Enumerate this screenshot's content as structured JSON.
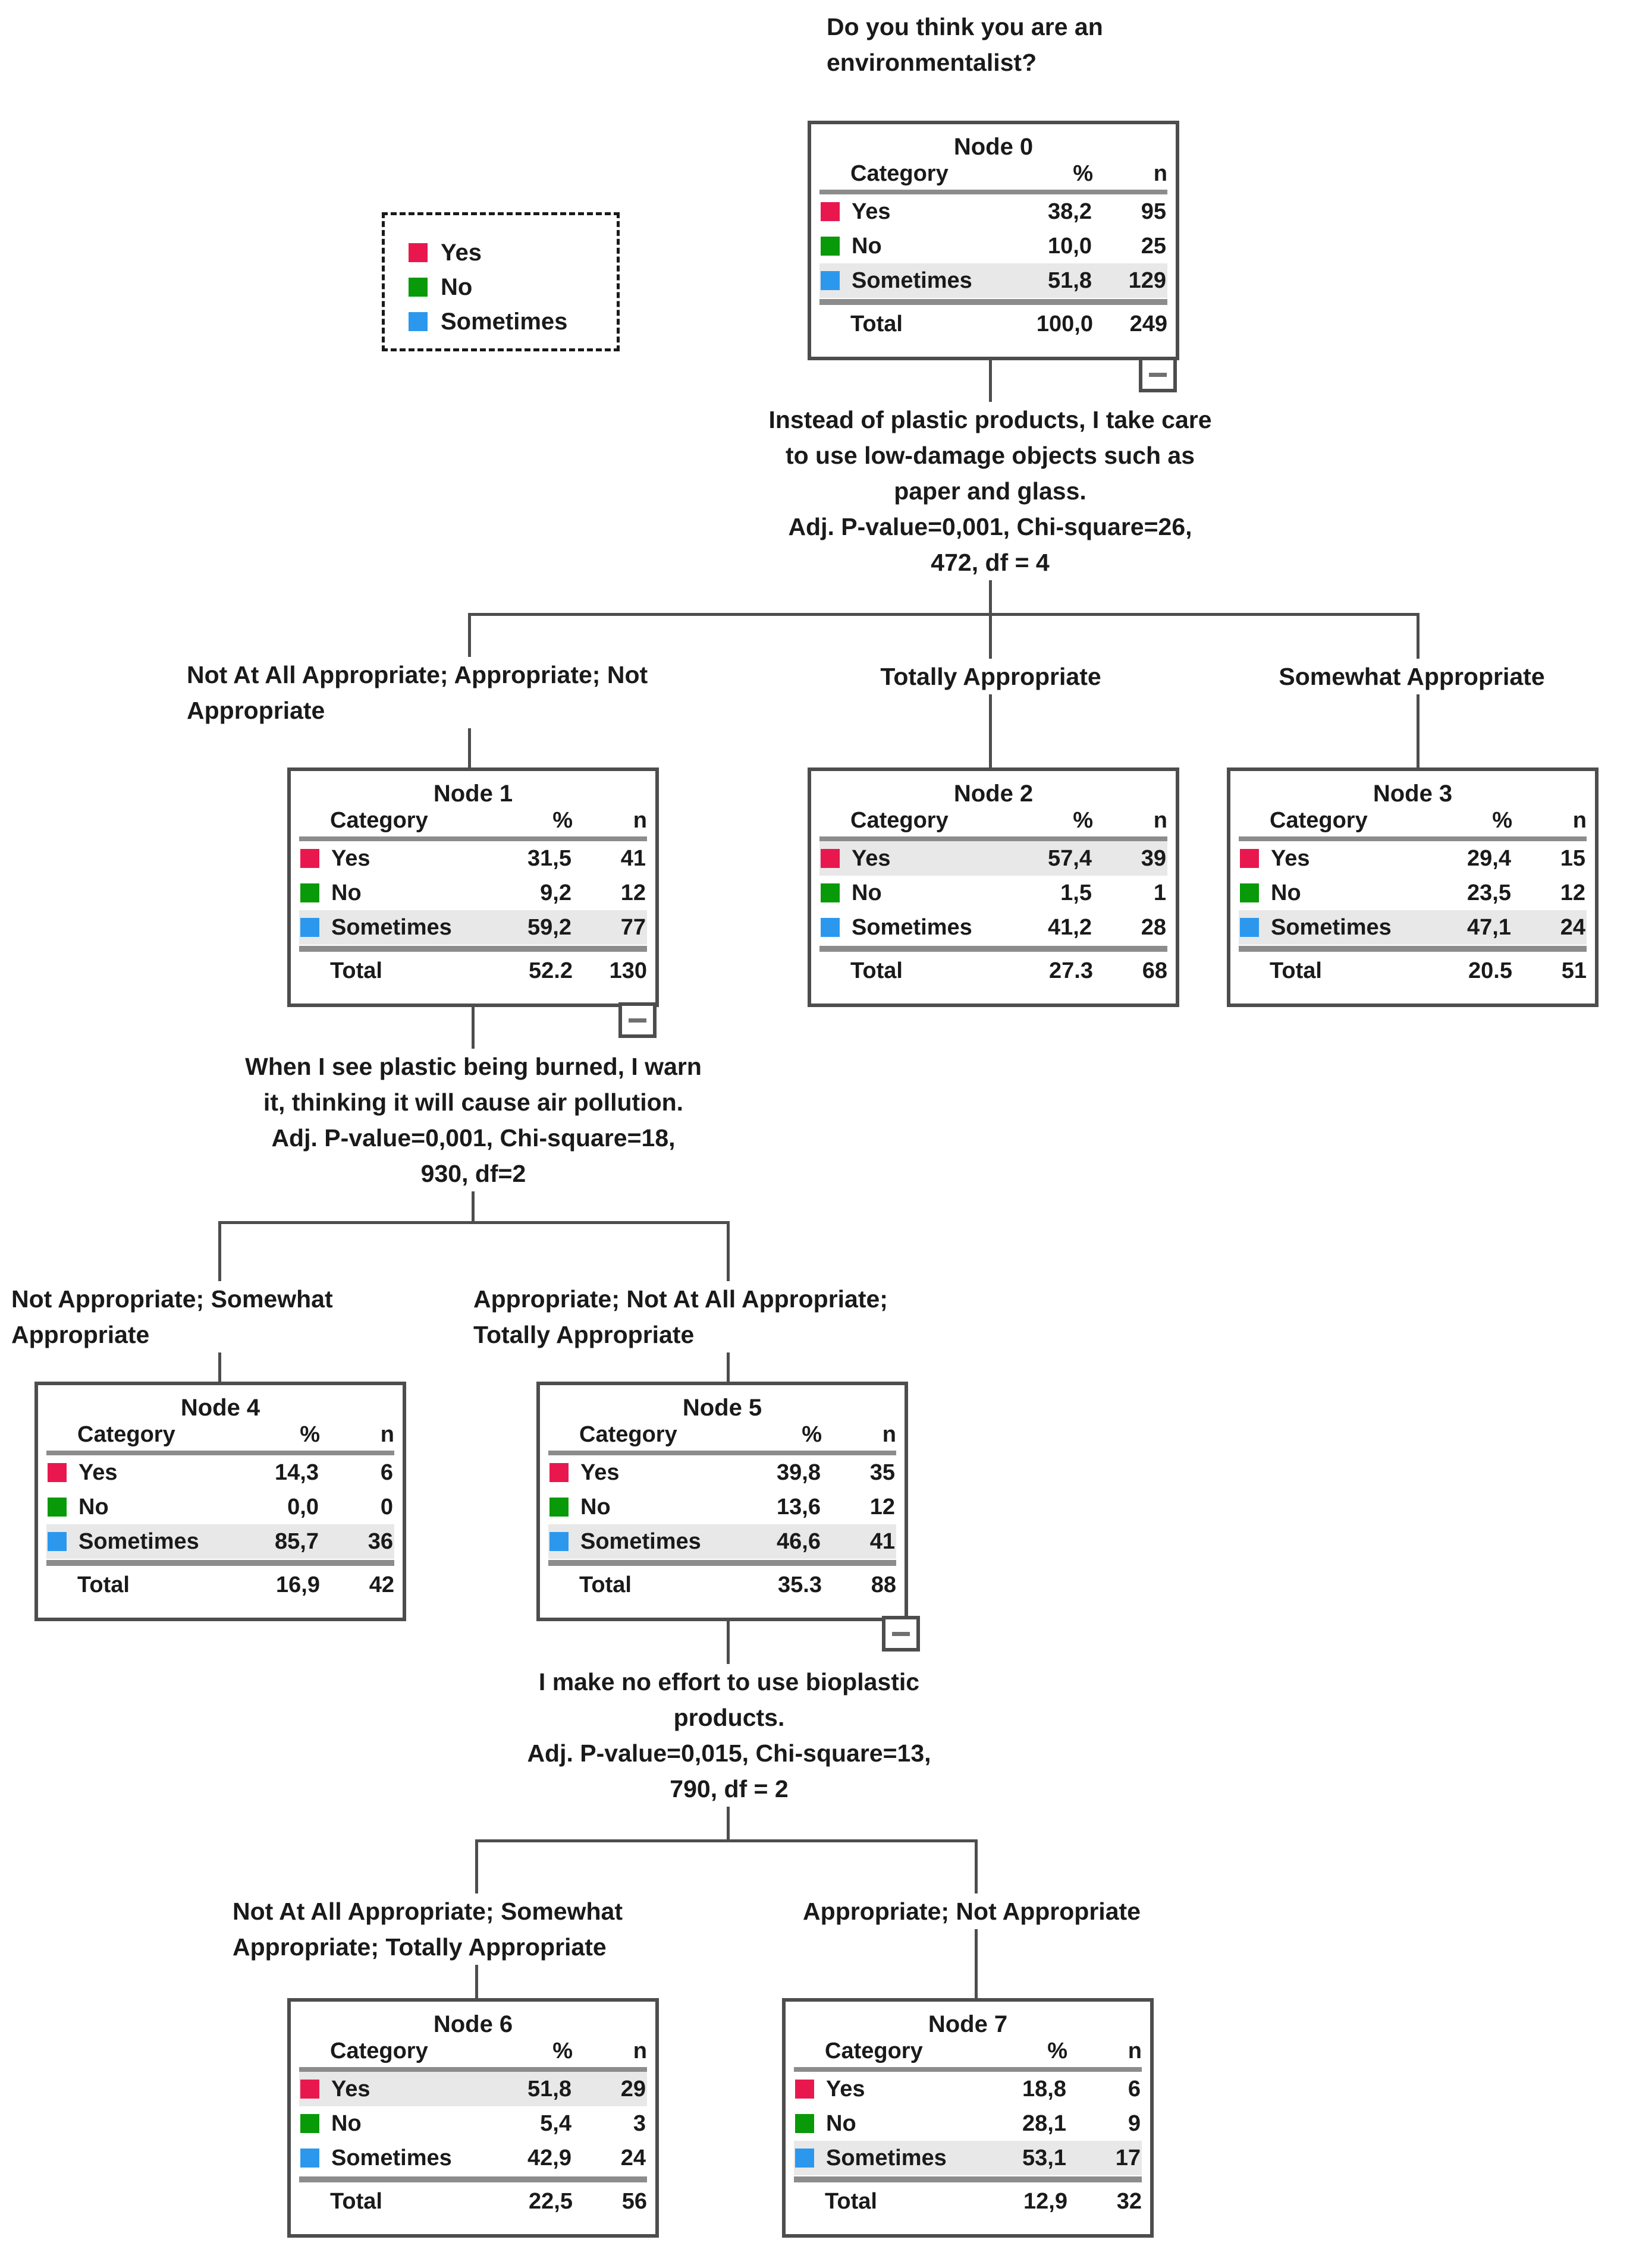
{
  "root_question": {
    "lines": [
      "Do you think you are an",
      "environmentalist?"
    ]
  },
  "legend": {
    "items": [
      {
        "label": "Yes",
        "color": "#e8184f"
      },
      {
        "label": "No",
        "color": "#089a08"
      },
      {
        "label": "Sometimes",
        "color": "#2b98ee"
      }
    ]
  },
  "table_labels": {
    "category": "Category",
    "percent": "%",
    "n": "n",
    "total": "Total"
  },
  "nodes": [
    {
      "title": "Node 0",
      "rows": [
        {
          "cat": "Yes",
          "pct": "38,2",
          "n": "95",
          "hl": false
        },
        {
          "cat": "No",
          "pct": "10,0",
          "n": "25",
          "hl": false
        },
        {
          "cat": "Sometimes",
          "pct": "51,8",
          "n": "129",
          "hl": true
        }
      ],
      "total_pct": "100,0",
      "total_n": "249",
      "collapse_control": "minus"
    },
    {
      "title": "Node 1",
      "rows": [
        {
          "cat": "Yes",
          "pct": "31,5",
          "n": "41",
          "hl": false
        },
        {
          "cat": "No",
          "pct": "9,2",
          "n": "12",
          "hl": false
        },
        {
          "cat": "Sometimes",
          "pct": "59,2",
          "n": "77",
          "hl": true
        }
      ],
      "total_pct": "52.2",
      "total_n": "130",
      "collapse_control": "minus"
    },
    {
      "title": "Node 2",
      "rows": [
        {
          "cat": "Yes",
          "pct": "57,4",
          "n": "39",
          "hl": true
        },
        {
          "cat": "No",
          "pct": "1,5",
          "n": "1",
          "hl": false
        },
        {
          "cat": "Sometimes",
          "pct": "41,2",
          "n": "28",
          "hl": false
        }
      ],
      "total_pct": "27.3",
      "total_n": "68"
    },
    {
      "title": "Node 3",
      "rows": [
        {
          "cat": "Yes",
          "pct": "29,4",
          "n": "15",
          "hl": false
        },
        {
          "cat": "No",
          "pct": "23,5",
          "n": "12",
          "hl": false
        },
        {
          "cat": "Sometimes",
          "pct": "47,1",
          "n": "24",
          "hl": true
        }
      ],
      "total_pct": "20.5",
      "total_n": "51"
    },
    {
      "title": "Node 4",
      "rows": [
        {
          "cat": "Yes",
          "pct": "14,3",
          "n": "6",
          "hl": false
        },
        {
          "cat": "No",
          "pct": "0,0",
          "n": "0",
          "hl": false
        },
        {
          "cat": "Sometimes",
          "pct": "85,7",
          "n": "36",
          "hl": true
        }
      ],
      "total_pct": "16,9",
      "total_n": "42"
    },
    {
      "title": "Node 5",
      "rows": [
        {
          "cat": "Yes",
          "pct": "39,8",
          "n": "35",
          "hl": false
        },
        {
          "cat": "No",
          "pct": "13,6",
          "n": "12",
          "hl": false
        },
        {
          "cat": "Sometimes",
          "pct": "46,6",
          "n": "41",
          "hl": true
        }
      ],
      "total_pct": "35.3",
      "total_n": "88",
      "collapse_control": "minus"
    },
    {
      "title": "Node 6",
      "rows": [
        {
          "cat": "Yes",
          "pct": "51,8",
          "n": "29",
          "hl": true
        },
        {
          "cat": "No",
          "pct": "5,4",
          "n": "3",
          "hl": false
        },
        {
          "cat": "Sometimes",
          "pct": "42,9",
          "n": "24",
          "hl": false
        }
      ],
      "total_pct": "22,5",
      "total_n": "56"
    },
    {
      "title": "Node 7",
      "rows": [
        {
          "cat": "Yes",
          "pct": "18,8",
          "n": "6",
          "hl": false
        },
        {
          "cat": "No",
          "pct": "28,1",
          "n": "9",
          "hl": false
        },
        {
          "cat": "Sometimes",
          "pct": "53,1",
          "n": "17",
          "hl": true
        }
      ],
      "total_pct": "12,9",
      "total_n": "32"
    }
  ],
  "splits": [
    {
      "lines": [
        "Instead of plastic products, I take care",
        "to use low-damage objects such as",
        "paper and glass.",
        "Adj. P-value=0,001, Chi-square=26,",
        "472, df = 4"
      ]
    },
    {
      "lines": [
        "When I see plastic being burned, I warn",
        "it, thinking it will cause air pollution.",
        "Adj. P-value=0,001, Chi-square=18,",
        "930, df=2"
      ]
    },
    {
      "lines": [
        "I make no effort to use bioplastic",
        "products.",
        "Adj. P-value=0,015, Chi-square=13,",
        "790, df = 2"
      ]
    }
  ],
  "branch_labels": [
    {
      "lines": [
        "Not At All Appropriate; Appropriate; Not",
        "Appropriate"
      ]
    },
    {
      "lines": [
        "Totally Appropriate"
      ]
    },
    {
      "lines": [
        "Somewhat Appropriate"
      ]
    },
    {
      "lines": [
        "Not Appropriate; Somewhat",
        "Appropriate"
      ]
    },
    {
      "lines": [
        "Appropriate; Not At All Appropriate;",
        "Totally Appropriate"
      ]
    },
    {
      "lines": [
        "Not At All Appropriate; Somewhat",
        "Appropriate; Totally Appropriate"
      ]
    },
    {
      "lines": [
        "Appropriate; Not Appropriate"
      ]
    }
  ]
}
